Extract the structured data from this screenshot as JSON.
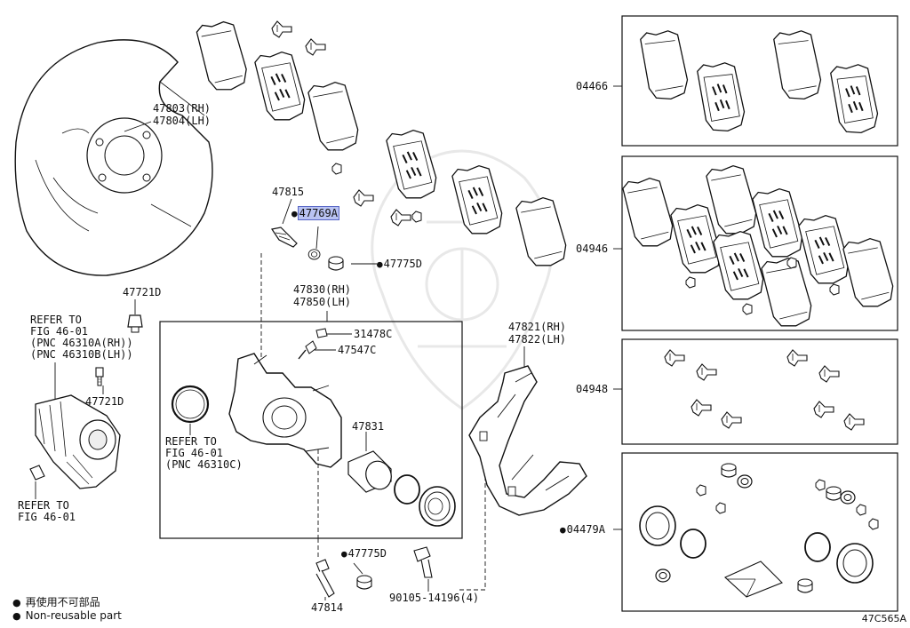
{
  "labels": {
    "p47803": "47803(RH)",
    "p47804": "47804(LH)",
    "p47815": "47815",
    "p47769A": "47769A",
    "p47775D_top": "47775D",
    "p47721D_top": "47721D",
    "p47830": "47830(RH)",
    "p47850": "47850(LH)",
    "p31478C": "31478C",
    "p47547C": "47547C",
    "p47831": "47831",
    "p47821": "47821(RH)",
    "p47822": "47822(LH)",
    "p47721D_mid": "47721D",
    "p47775D_bot": "47775D",
    "p47814": "47814",
    "p90105": "90105-14196(4)",
    "p04466": "04466",
    "p04946": "04946",
    "p04948": "04948",
    "p04479A": "04479A"
  },
  "refs": {
    "ref1": [
      "REFER TO",
      "FIG 46-01",
      "(PNC 46310A(RH))",
      "(PNC 46310B(LH))"
    ],
    "ref2": [
      "REFER TO",
      "FIG 46-01",
      "(PNC 46310C)"
    ],
    "ref3": [
      "REFER TO",
      "FIG 46-01"
    ]
  },
  "legend": {
    "jp": "再使用不可部品",
    "en": "Non-reusable part"
  },
  "diagram_code": "47C565A"
}
